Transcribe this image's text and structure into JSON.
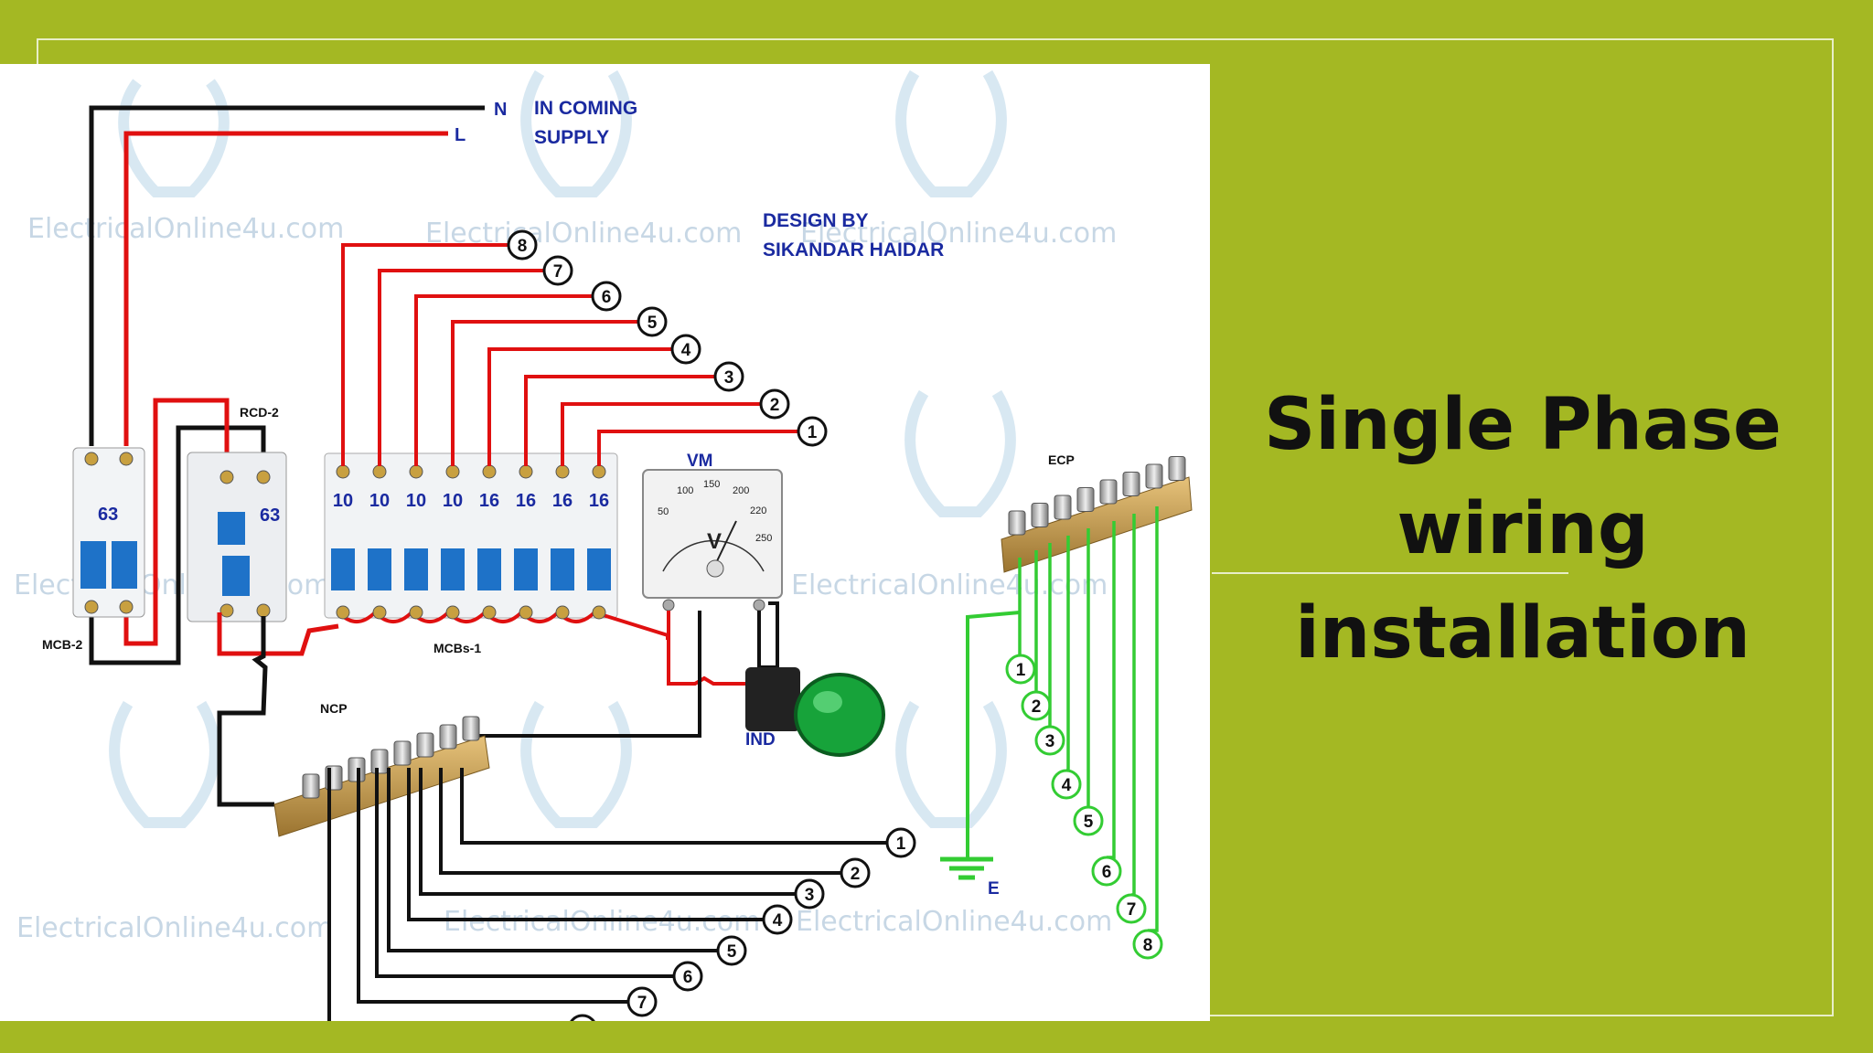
{
  "slide": {
    "title_lines": [
      "Single Phase",
      "wiring",
      "installation"
    ]
  },
  "diagram": {
    "watermark": "ElectricalOnline4u.com",
    "supply": {
      "neutral": "N",
      "live": "L",
      "label_line1": "IN COMING",
      "label_line2": "SUPPLY"
    },
    "design": {
      "line1": "DESIGN BY",
      "line2": "SIKANDAR HAIDAR"
    },
    "devices": {
      "mcb2": {
        "label": "MCB-2",
        "rating": "63"
      },
      "rcd2": {
        "label": "RCD-2",
        "rating": "63"
      },
      "mcbs1": {
        "label": "MCBs-1",
        "ratings": [
          "10",
          "10",
          "10",
          "10",
          "16",
          "16",
          "16",
          "16"
        ]
      },
      "vm": {
        "label": "VM",
        "unit": "V",
        "scale": [
          "50",
          "100",
          "150",
          "200",
          "220",
          "250"
        ]
      },
      "ind": {
        "label": "IND"
      },
      "ncp": {
        "label": "NCP"
      },
      "ecp": {
        "label": "ECP"
      },
      "earth": {
        "label": "E"
      }
    },
    "circuits": [
      "1",
      "2",
      "3",
      "4",
      "5",
      "6",
      "7",
      "8"
    ],
    "colors": {
      "live": "#e01010",
      "neutral": "#111111",
      "earth": "#33cc33",
      "labels": "#1a2aa0"
    }
  }
}
